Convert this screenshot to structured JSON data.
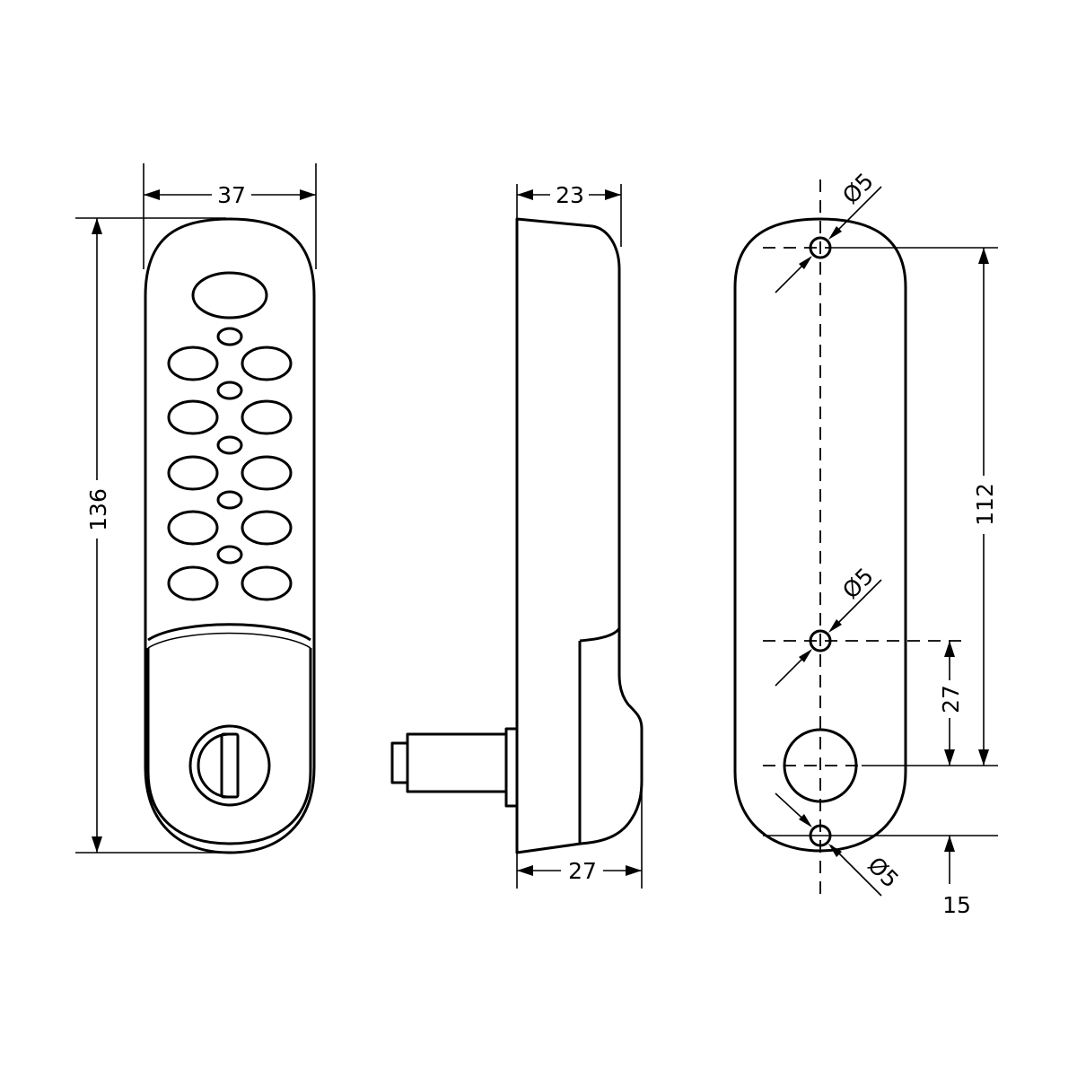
{
  "front_view": {
    "width_label": "37",
    "height_label": "136"
  },
  "side_view": {
    "depth_top_label": "23",
    "depth_bottom_label": "27"
  },
  "back_view": {
    "hole_top_label": "Ø5",
    "hole_middle_label": "Ø5",
    "hole_bottom_label": "Ø5",
    "hole_spacing_label": "112",
    "spindle_offset_label": "27",
    "bottom_offset_label": "15"
  }
}
